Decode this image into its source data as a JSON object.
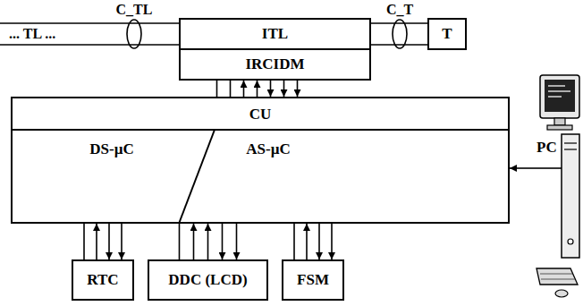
{
  "diagram": {
    "nodes": [
      {
        "text": [
          "ITL"
        ]
      },
      {
        "text": [
          "IRCIDM"
        ]
      },
      {
        "text": [
          "T"
        ]
      },
      {
        "text": [
          "CU"
        ]
      },
      {
        "text": [
          "DS-µC"
        ],
        "in": 3
      },
      {
        "text": [
          "AS-µC"
        ],
        "in": 3
      },
      {
        "text": [
          "PC"
        ]
      },
      {
        "text": [
          "RTC"
        ]
      },
      {
        "text": [
          "DDC (LCD)"
        ]
      },
      {
        "text": [
          "FSM"
        ]
      }
    ],
    "edges": [
      {
        "from": 0,
        "to": 2,
        "arrow": "none"
      },
      {
        "from": 1,
        "to": 3,
        "arrow": "both"
      },
      {
        "from": 6,
        "to": 3,
        "arrow": "to"
      },
      {
        "from": 7,
        "to": 3,
        "arrow": "both"
      },
      {
        "from": 8,
        "to": 3,
        "arrow": "both"
      },
      {
        "from": 9,
        "to": 3,
        "arrow": "both"
      }
    ],
    "labels": [
      "... TL ...",
      "C_TL",
      "C_T"
    ]
  }
}
